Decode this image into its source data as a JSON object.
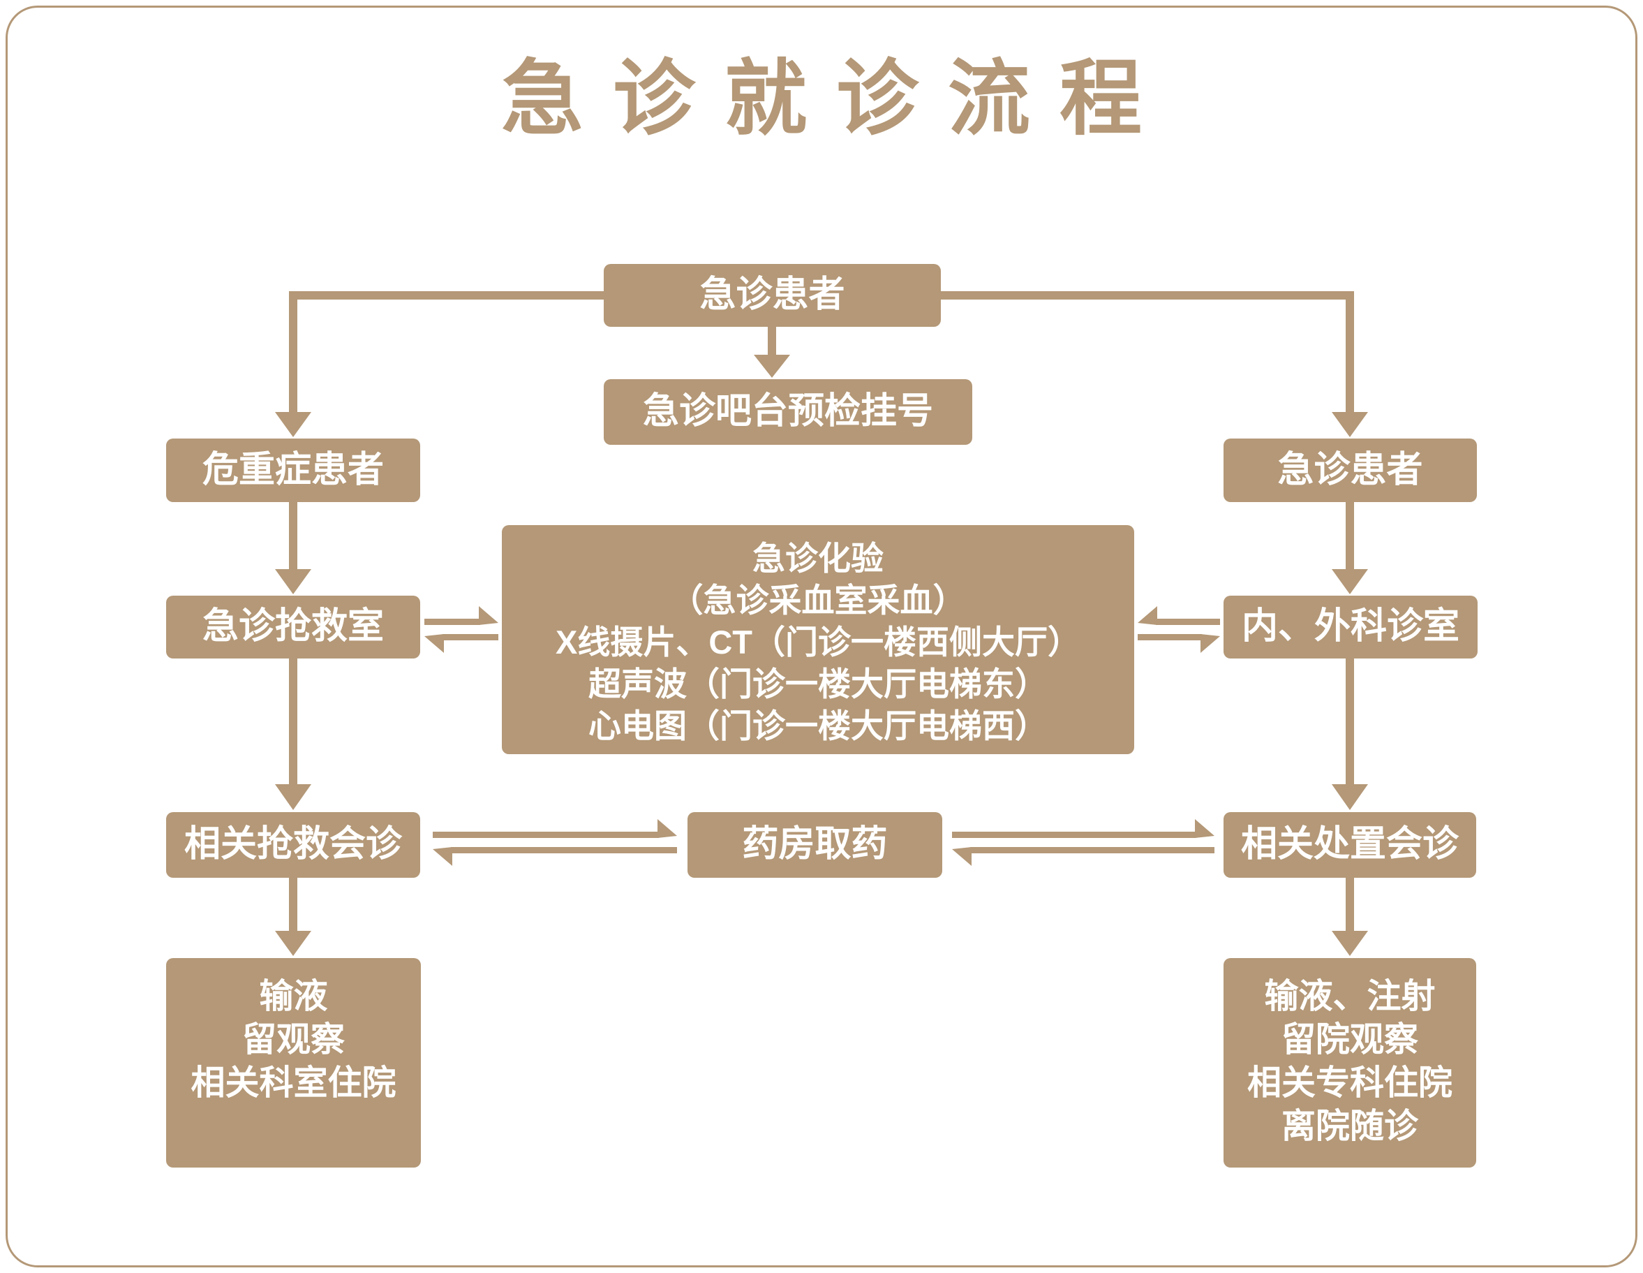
{
  "title": "急诊就诊流程",
  "colors": {
    "accent": "#B49877",
    "box_text": "#FFFFFF",
    "background": "#FFFFFF"
  },
  "nodes": {
    "top_patient": {
      "label": "急诊患者"
    },
    "precheck": {
      "label": "急诊吧台预检挂号"
    },
    "critical_patient": {
      "label": "危重症患者"
    },
    "right_patient": {
      "label": "急诊患者"
    },
    "rescue_room": {
      "label": "急诊抢救室"
    },
    "center_tests": {
      "lines": [
        "急诊化验",
        "（急诊采血室采血）",
        "X线摄片、CT（门诊一楼西侧大厅）",
        "超声波（门诊一楼大厅电梯东）",
        "心电图（门诊一楼大厅电梯西）"
      ]
    },
    "clinic": {
      "label": "内、外科诊室"
    },
    "rescue_consult": {
      "label": "相关抢救会诊"
    },
    "pharmacy": {
      "label": "药房取药"
    },
    "treatment_consult": {
      "label": "相关处置会诊"
    },
    "left_outcome": {
      "lines": [
        "输液",
        "留观察",
        "相关科室住院"
      ]
    },
    "right_outcome": {
      "lines": [
        "输液、注射",
        "留院观察",
        "相关专科住院",
        "离院随诊"
      ]
    }
  }
}
